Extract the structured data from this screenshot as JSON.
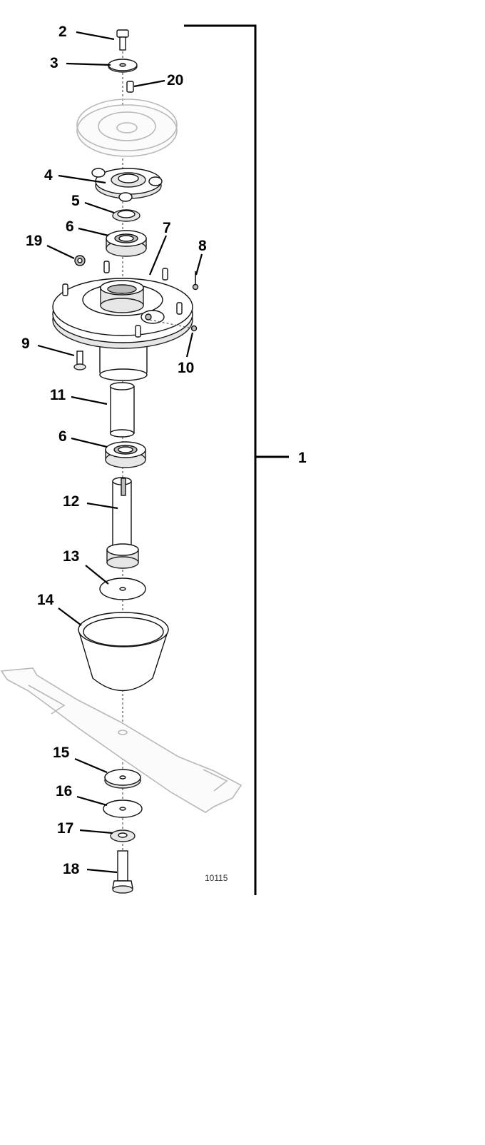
{
  "figure_number": "10115",
  "callouts": {
    "c1": "1",
    "c2": "2",
    "c3": "3",
    "c4": "4",
    "c5": "5",
    "c6a": "6",
    "c6b": "6",
    "c7": "7",
    "c8": "8",
    "c9": "9",
    "c10": "10",
    "c11": "11",
    "c12": "12",
    "c13": "13",
    "c14": "14",
    "c15": "15",
    "c16": "16",
    "c17": "17",
    "c18": "18",
    "c19": "19",
    "c20": "20"
  }
}
